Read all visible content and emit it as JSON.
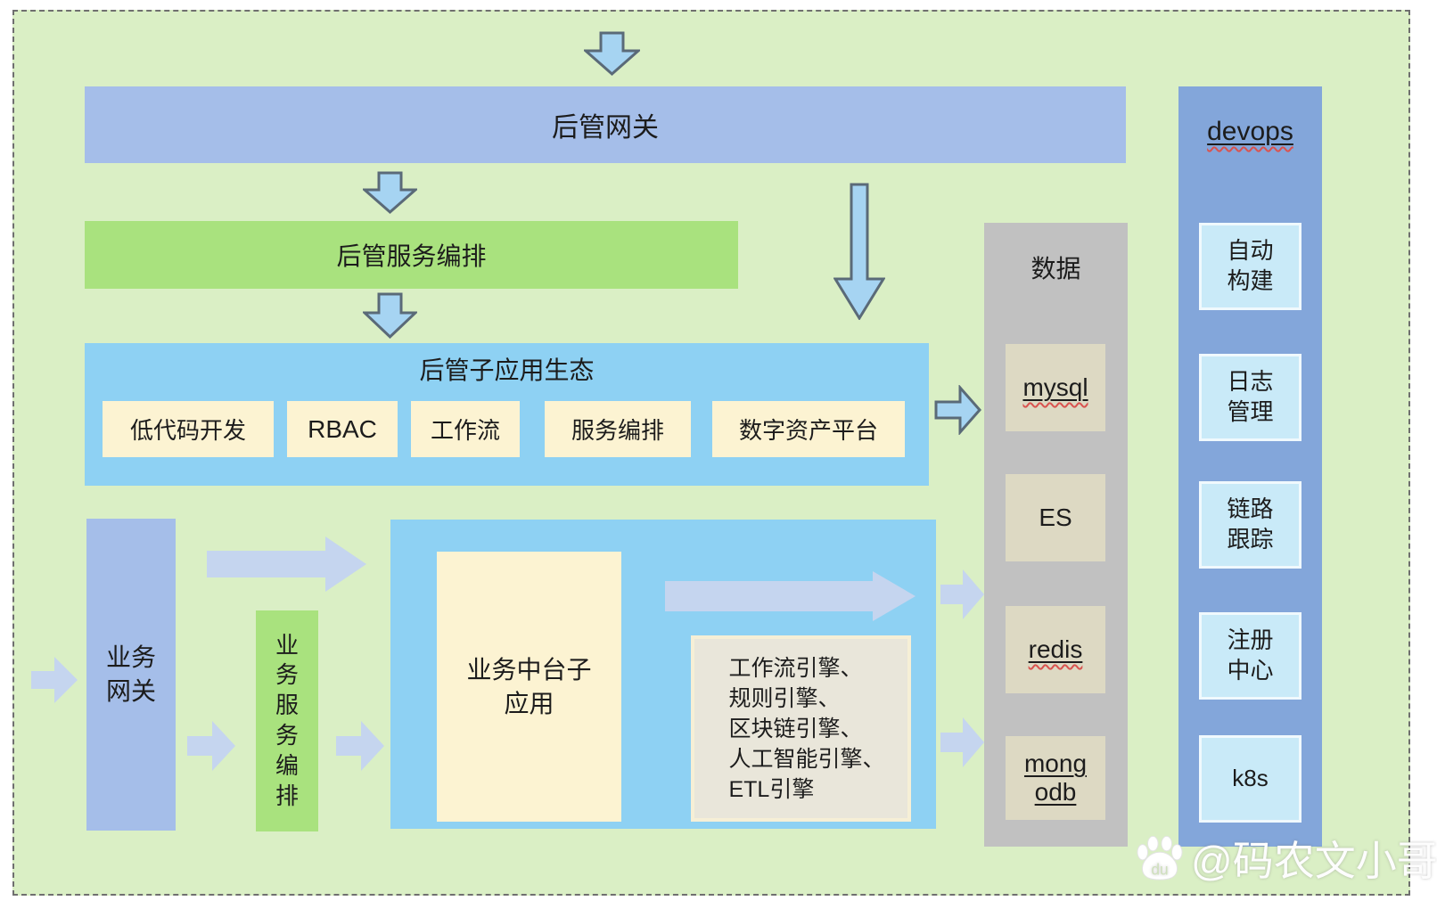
{
  "diagram": {
    "admin_gateway": "后管网关",
    "admin_orchestration": "后管服务编排",
    "ecosystem_title": "后管子应用生态",
    "ecosystem_items": [
      "低代码开发",
      "RBAC",
      "工作流",
      "服务编排",
      "数字资产平台"
    ],
    "business_gateway": "业务网关",
    "business_orchestration": "业务服务编排",
    "midplatform": "业务中台子应用",
    "engines": "工作流引擎、\n规则引擎、\n区块链引擎、\n人工智能引擎、\nETL引擎",
    "data_column": {
      "title": "数据",
      "items": [
        "mysql",
        "ES",
        "redis",
        "mongodb"
      ]
    },
    "devops_column": {
      "title": "devops",
      "items": [
        "自动构建",
        "日志管理",
        "链路跟踪",
        "注册中心",
        "k8s"
      ]
    },
    "watermark": "@码农文小哥",
    "watermark_logo": "baidu-paw-icon"
  },
  "colors": {
    "background": "#daefc5",
    "periwinkle_bar": "#a5bee9",
    "green_bar": "#a9e27e",
    "sky_blue_box": "#8ed1f3",
    "cream_item": "#fcf3d2",
    "data_column_bg": "#c1c1c1",
    "data_item_bg": "#ddd9c3",
    "devops_column_bg": "#83a6da",
    "devops_item_bg": "#c9eaf8",
    "engines_bg": "#e9e6da",
    "arrow_flat": "#c5d5ef",
    "arrow_outlined_fill": "#a6d4f2",
    "arrow_outline_stroke": "#5a6a78",
    "spellcheck_red": "#d9534f"
  }
}
